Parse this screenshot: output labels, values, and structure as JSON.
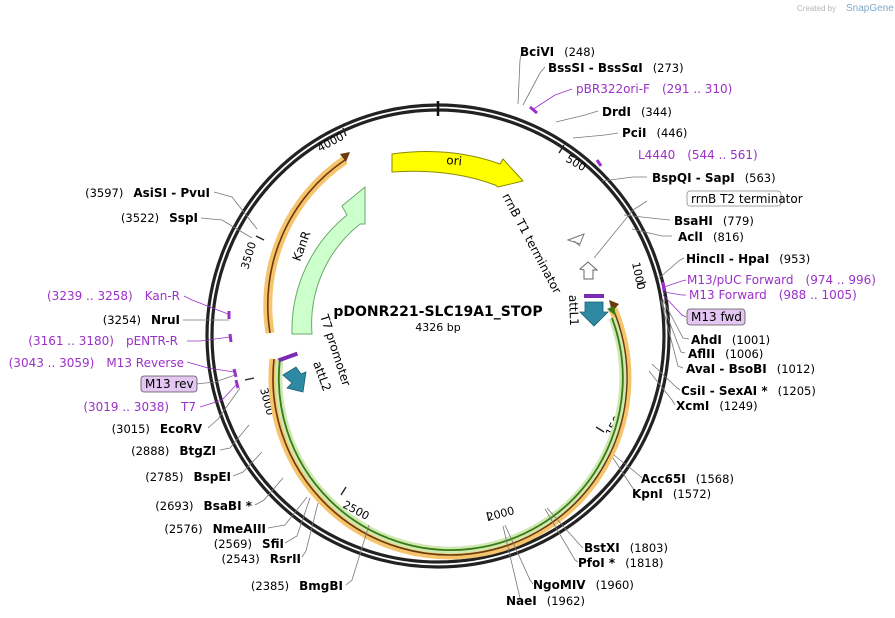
{
  "credit": {
    "prefix": "Created by",
    "brand": "SnapGene"
  },
  "plasmid": {
    "name": "pDONR221-SLC19A1_STOP",
    "size": "4326 bp"
  },
  "ticks": [
    "500",
    "1000",
    "1500",
    "2000",
    "2500",
    "3000",
    "3500",
    "4000"
  ],
  "features": {
    "ori": "ori",
    "kanr": "KanR",
    "rrnb_t1": "rrnB T1 terminator",
    "rrnb_t2": "rrnB T2 terminator",
    "attl1": "attL1",
    "attl2": "attL2",
    "t7_promoter": "T7 promoter"
  },
  "right_enzymes": [
    {
      "name": "BciVI",
      "pos": "(248)"
    },
    {
      "name": "BssSI",
      "name2": "BssSαI",
      "pos": "(273)"
    },
    {
      "name": "DrdI",
      "pos": "(344)"
    },
    {
      "name": "PciI",
      "pos": "(446)"
    },
    {
      "name": "BspQI",
      "name2": "SapI",
      "pos": "(563)"
    },
    {
      "name": "BsaHI",
      "pos": "(779)"
    },
    {
      "name": "AclI",
      "pos": "(816)"
    },
    {
      "name": "HincII",
      "name2": "HpaI",
      "pos": "(953)"
    },
    {
      "name": "AhdI",
      "pos": "(1001)"
    },
    {
      "name": "AflII",
      "pos": "(1006)"
    },
    {
      "name": "AvaI",
      "name2": "BsoBI",
      "pos": "(1012)"
    },
    {
      "name": "CsiI",
      "name2": "SexAI *",
      "pos": "(1205)"
    },
    {
      "name": "XcmI",
      "pos": "(1249)"
    },
    {
      "name": "Acc65I",
      "pos": "(1568)"
    },
    {
      "name": "KpnI",
      "pos": "(1572)"
    },
    {
      "name": "BstXI",
      "pos": "(1803)"
    },
    {
      "name": "PfoI *",
      "pos": "(1818)"
    },
    {
      "name": "NgoMIV",
      "pos": "(1960)"
    },
    {
      "name": "NaeI",
      "pos": "(1962)"
    }
  ],
  "left_enzymes": [
    {
      "name": "AsiSI",
      "name2": "PvuI",
      "pos": "(3597)"
    },
    {
      "name": "SspI",
      "pos": "(3522)"
    },
    {
      "name": "NruI",
      "pos": "(3254)"
    },
    {
      "name": "EcoRV",
      "pos": "(3015)"
    },
    {
      "name": "BtgZI",
      "pos": "(2888)"
    },
    {
      "name": "BspEI",
      "pos": "(2785)"
    },
    {
      "name": "BsaBI *",
      "pos": "(2693)"
    },
    {
      "name": "NmeAIII",
      "pos": "(2576)"
    },
    {
      "name": "SfiI",
      "pos": "(2569)"
    },
    {
      "name": "RsrII",
      "pos": "(2543)"
    },
    {
      "name": "BmgBI",
      "pos": "(2385)"
    }
  ],
  "primers": {
    "pbr322": {
      "name": "pBR322ori-F",
      "range": "(291 .. 310)"
    },
    "l4440": {
      "name": "L4440",
      "range": "(544 .. 561)"
    },
    "m13puc": {
      "name": "M13/pUC Forward",
      "range": "(974 .. 996)"
    },
    "m13fwd": {
      "name": "M13 Forward",
      "range": "(988 .. 1005)"
    },
    "m13fwd_box": "M13 fwd",
    "kanr_p": {
      "name": "Kan-R",
      "range": "(3239 .. 3258)"
    },
    "pentr": {
      "name": "pENTR-R",
      "range": "(3161 .. 3180)"
    },
    "m13rev": {
      "name": "M13 Reverse",
      "range": "(3043 .. 3059)"
    },
    "m13rev_box": "M13 rev",
    "t7": {
      "name": "T7",
      "range": "(3019 .. 3038)"
    }
  },
  "colors": {
    "ori": "#ffff00",
    "kanr": "#ccffcc",
    "orange_band": "#f6c46c",
    "green_band": "#4a8a18",
    "att_arrow": "#2e8aa3",
    "primer": "#9b30c9",
    "primer_box": "#e3c6f2"
  }
}
